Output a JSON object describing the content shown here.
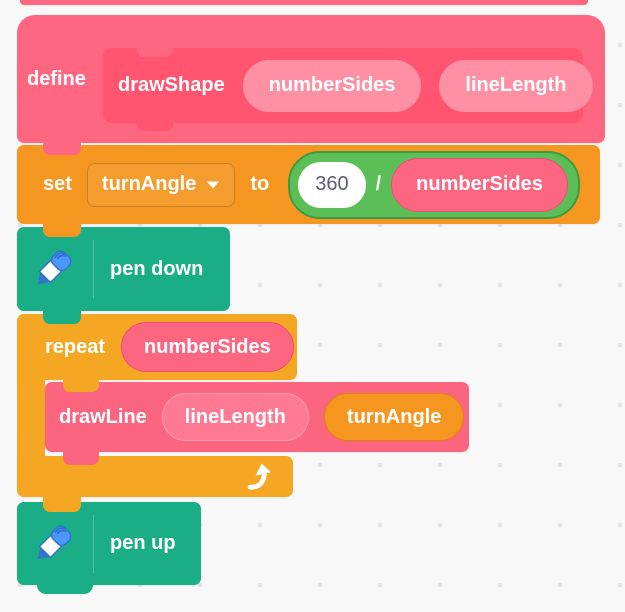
{
  "workspace": {
    "type": "scratch-block-editor-canvas"
  },
  "colors": {
    "define_hat_pink": "#FF6680",
    "prototype_pink": "#FF5570",
    "parameter_pill_light_pink": "#FF8FA3",
    "custom_block_pink": "#FB6580",
    "argument_reporter_pink": "#FC6681",
    "variables_orange": "#F59621",
    "control_orange": "#F5A623",
    "operators_green": "#5CBE57",
    "operators_green_border": "#3E9A41",
    "pen_teal": "#1AAE86",
    "number_input_text": "#575E75",
    "canvas_background": "#F8F8F8",
    "grid_dot": "#E3E3E6"
  },
  "icons": {
    "pen_down": "pen-icon",
    "pen_up": "pen-icon",
    "repeat_footer": "loop-arrow-icon",
    "variable_dropdown": "dropdown-arrow-icon"
  },
  "blocks": {
    "define": {
      "keyword": "define",
      "procedure_name": "drawShape",
      "params": [
        "numberSides",
        "lineLength"
      ]
    },
    "set_variable": {
      "keyword": "set",
      "variable": "turnAngle",
      "preposition": "to",
      "expression": {
        "dividend": "360",
        "operator_symbol": "/",
        "divisor": "numberSides"
      }
    },
    "pen_down": {
      "label": "pen down"
    },
    "repeat": {
      "keyword": "repeat",
      "times": "numberSides"
    },
    "draw_line": {
      "procedure_name": "drawLine",
      "args": [
        "lineLength",
        "turnAngle"
      ]
    },
    "pen_up": {
      "label": "pen up"
    }
  }
}
